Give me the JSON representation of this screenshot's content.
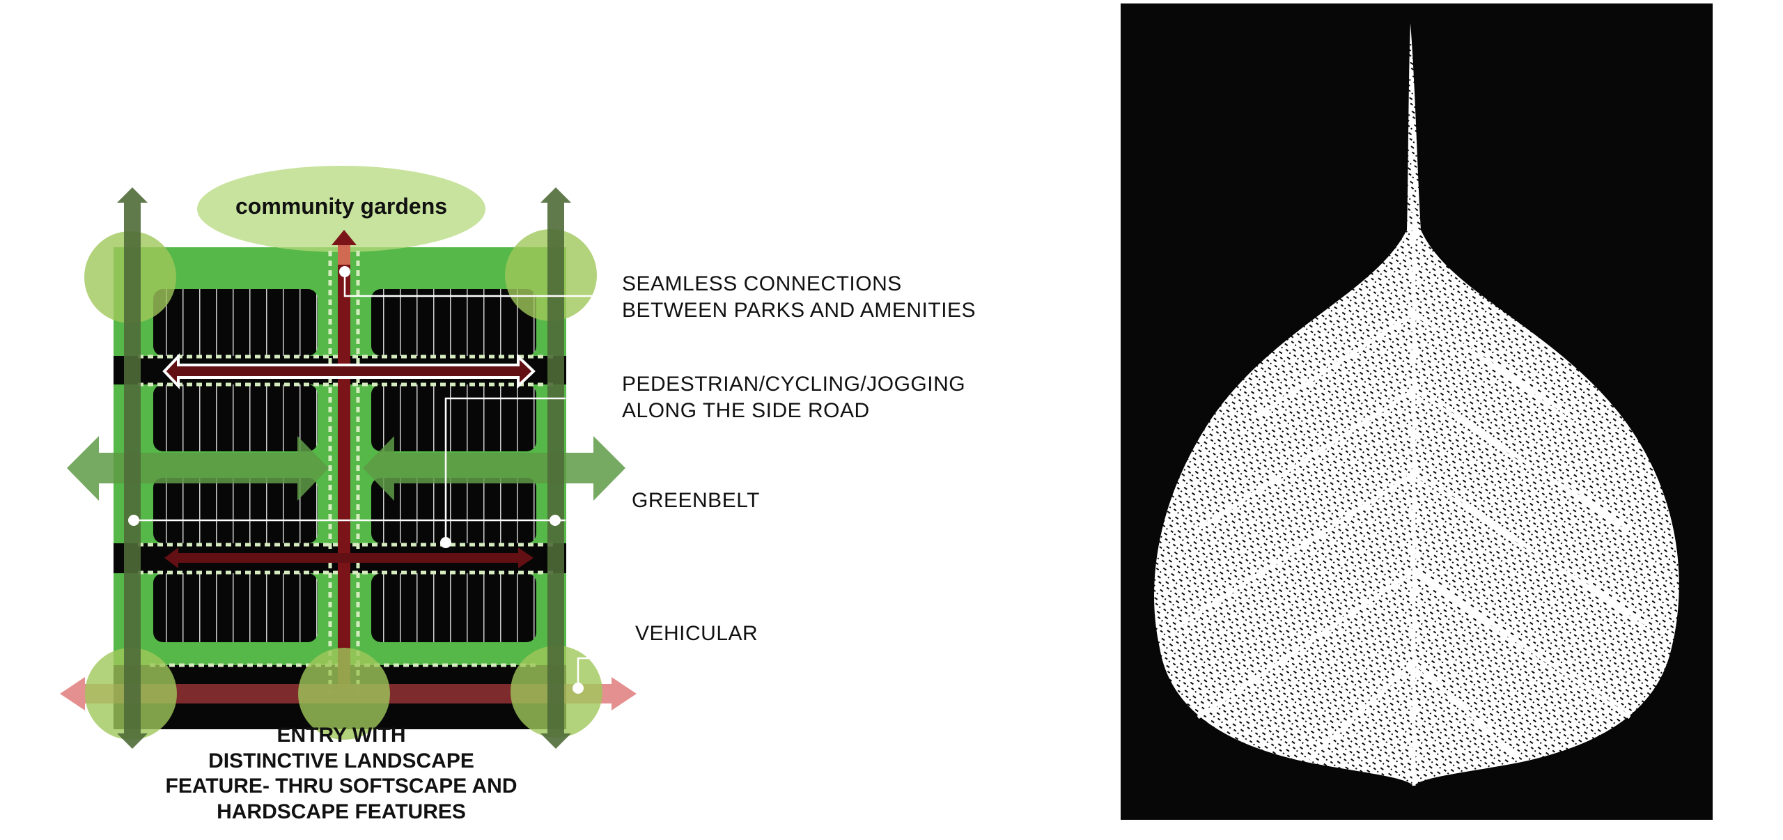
{
  "diagram": {
    "community_label": "community gardens",
    "labels": {
      "seamless": [
        "SEAMLESS CONNECTIONS",
        "BETWEEN PARKS AND AMENITIES"
      ],
      "pedestrian": [
        "PEDESTRIAN/CYCLING/JOGGING",
        "ALONG THE SIDE ROAD"
      ],
      "greenbelt": "GREENBELT",
      "vehicular": "VEHICULAR"
    },
    "entry_caption": [
      "ENTRY WITH",
      "DISTINCTIVE LANDSCAPE",
      "FEATURE- THRU SOFTSCAPE AND",
      "HARDSCAPE FEATURES"
    ]
  },
  "colors": {
    "greenbelt": "#55b848",
    "park_circle": "#9fc75a",
    "road_dark_red": "#621014",
    "vehicular_pink": "#e07d7d",
    "arrow_dark_green": "#4f6b38",
    "leaf_bg": "#070707"
  }
}
